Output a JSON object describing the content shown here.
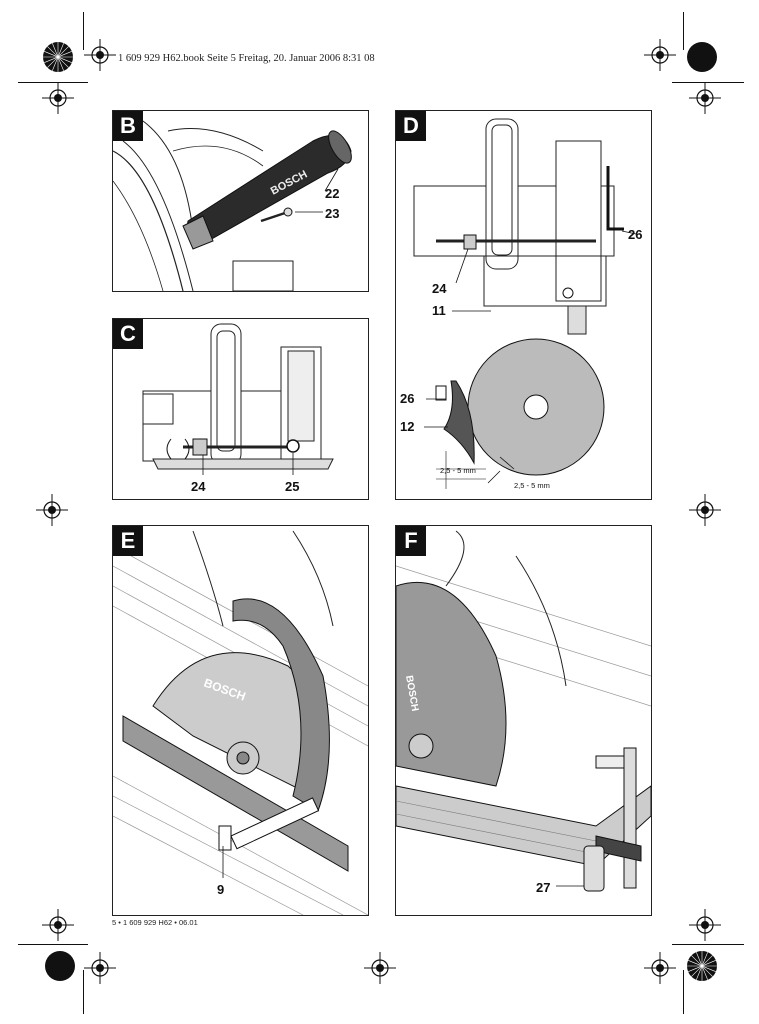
{
  "header": {
    "text": "1 609 929 H62.book  Seite 5  Freitag, 20. Januar 2006  8:31 08"
  },
  "footer": {
    "text": "5 • 1 609 929 H62 • 06.01"
  },
  "panels": {
    "b": {
      "letter": "B",
      "callouts": [
        "22",
        "23"
      ]
    },
    "c": {
      "letter": "C",
      "callouts": [
        "24",
        "25"
      ]
    },
    "d": {
      "letter": "D",
      "callouts": [
        "26",
        "24",
        "11",
        "26",
        "12"
      ],
      "measure_a": "2,5 - 5 mm",
      "measure_b": "2,5 - 5 mm"
    },
    "e": {
      "letter": "E",
      "callouts": [
        "9"
      ],
      "brand": "BOSCH"
    },
    "f": {
      "letter": "F",
      "callouts": [
        "27"
      ],
      "brand": "BOSCH"
    }
  },
  "brand_b": "BOSCH"
}
